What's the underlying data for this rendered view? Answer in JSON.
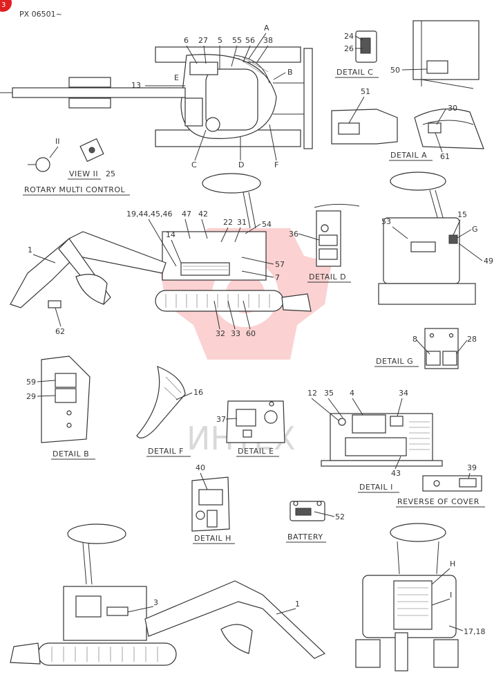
{
  "corner_badge": "3",
  "serial_ref": "PX 06501~",
  "watermark_text": "ИНТЕХ",
  "captions": {
    "view_ii": "VIEW II",
    "rotary": "ROTARY MULTI CONTROL",
    "detail_c": "DETAIL C",
    "detail_a": "DETAIL A",
    "detail_d": "DETAIL D",
    "detail_g": "DETAIL G",
    "detail_b": "DETAIL B",
    "detail_f": "DETAIL F",
    "detail_e": "DETAIL E",
    "detail_i": "DETAIL I",
    "reverse": "REVERSE OF COVER",
    "detail_h": "DETAIL H",
    "battery": "BATTERY"
  },
  "labels": {
    "n6": "6",
    "n27": "27",
    "n5": "5",
    "n55": "55",
    "n56": "56",
    "n38": "38",
    "lA": "A",
    "lB": "B",
    "lE": "E",
    "n13": "13",
    "lC": "C",
    "lD": "D",
    "lF": "F",
    "n24": "24",
    "n26": "26",
    "n50": "50",
    "n51": "51",
    "n30": "30",
    "n61": "61",
    "roman2": "II",
    "n25": "25",
    "n19": "19,44,45,46",
    "n47": "47",
    "n42": "42",
    "n22": "22",
    "n31": "31",
    "n54": "54",
    "n14": "14",
    "n1a": "1",
    "n57": "57",
    "n7": "7",
    "n32": "32",
    "n33": "33",
    "n60": "60",
    "n62": "62",
    "n36": "36",
    "n53": "53",
    "n15": "15",
    "lG": "G",
    "n49": "49",
    "n8": "8",
    "n28": "28",
    "n59": "59",
    "n29": "29",
    "n16": "16",
    "n37": "37",
    "n12": "12",
    "n35": "35",
    "n4": "4",
    "n34": "34",
    "n43": "43",
    "n39": "39",
    "n40": "40",
    "n52": "52",
    "n3": "3",
    "n1b": "1",
    "lH": "H",
    "lI": "I",
    "n1718": "17,18"
  }
}
